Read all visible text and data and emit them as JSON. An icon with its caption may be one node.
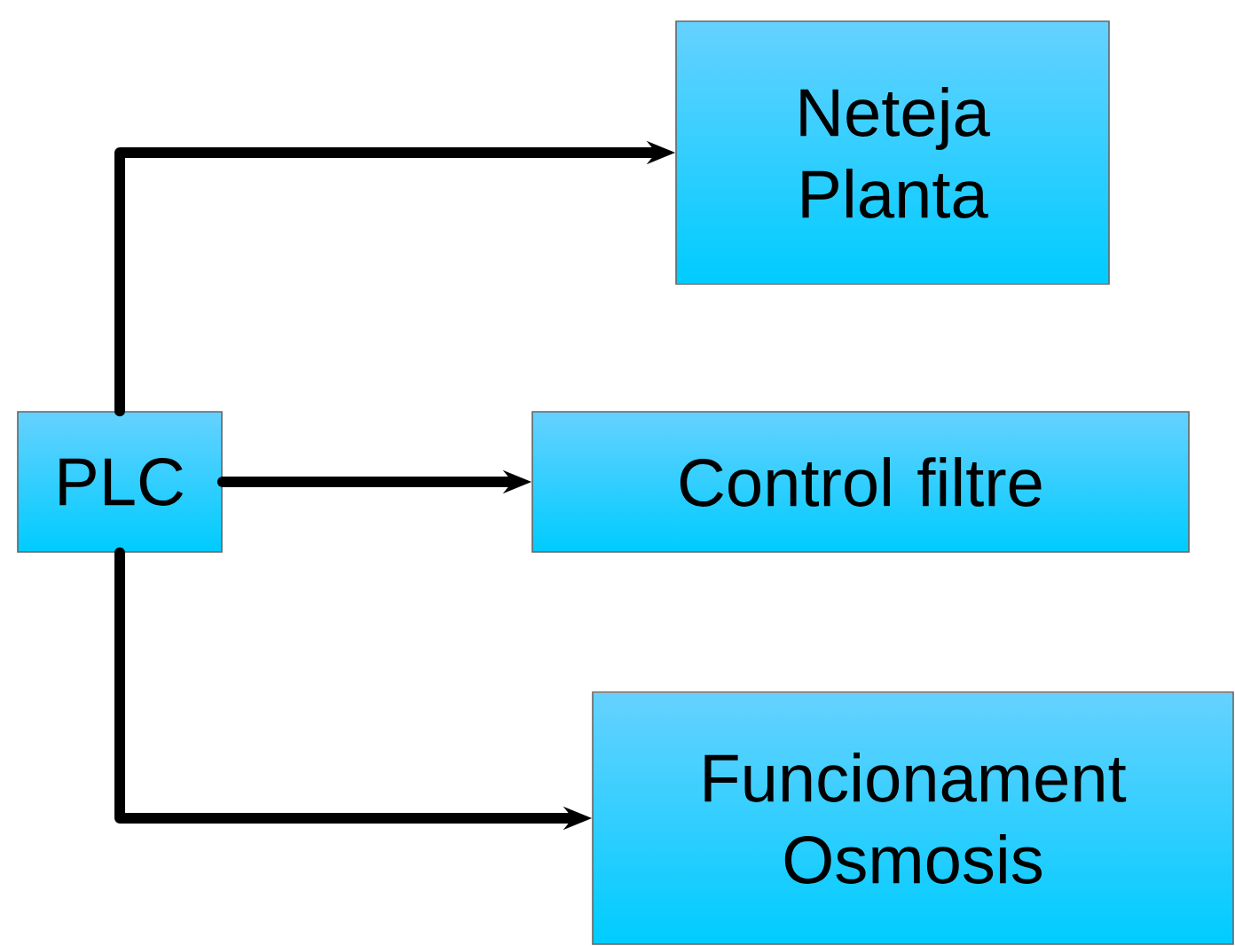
{
  "diagram": {
    "nodes": [
      {
        "text": [
          "PLC"
        ]
      },
      {
        "text": [
          "Neteja Planta"
        ]
      },
      {
        "text": [
          "Control filtre"
        ]
      },
      {
        "text": [
          "Funcionament Osmosis"
        ]
      }
    ],
    "edges": [
      {
        "from": 0,
        "to": 1,
        "arrow": "to"
      },
      {
        "from": 0,
        "to": 2,
        "arrow": "to"
      },
      {
        "from": 0,
        "to": 3,
        "arrow": "to"
      }
    ]
  }
}
